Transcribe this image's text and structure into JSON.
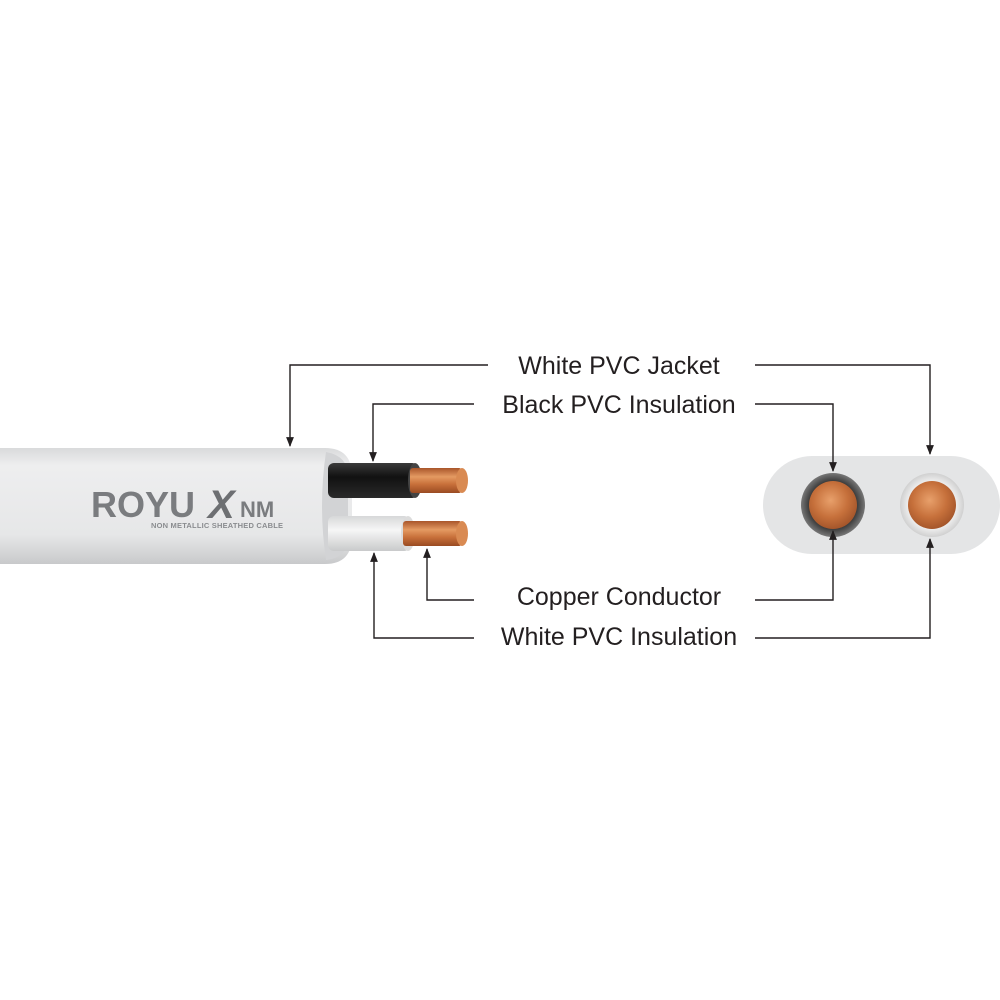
{
  "labels": {
    "white_pvc_jacket": "White PVC Jacket",
    "black_pvc_insulation": "Black PVC Insulation",
    "copper_conductor": "Copper Conductor",
    "white_pvc_insulation": "White PVC Insulation"
  },
  "cable_print": {
    "brand": "ROYU",
    "mark": "X",
    "type": "NM",
    "tagline": "NON METALLIC SHEATHED CABLE"
  },
  "colors": {
    "jacket": "#e4e5e6",
    "jacket_shadow": "#c9cacc",
    "black_insulation": "#1d1d1d",
    "white_insulation": "#eeeeee",
    "copper": "#c26a35",
    "copper_highlight": "#f0b07a",
    "line": "#231f20"
  }
}
